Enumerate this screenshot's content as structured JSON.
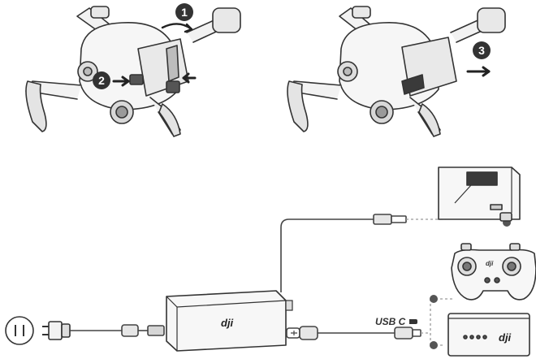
{
  "steps": {
    "one": "1",
    "two": "2",
    "three": "3"
  },
  "brand": {
    "charger": "dji",
    "controller": "dji",
    "goggles": "dji"
  },
  "ports": {
    "usb_c": "USB C"
  },
  "colors": {
    "ink": "#222222",
    "line": "#555555",
    "step_fill": "#333333",
    "dashed": "#9a9a9a"
  }
}
